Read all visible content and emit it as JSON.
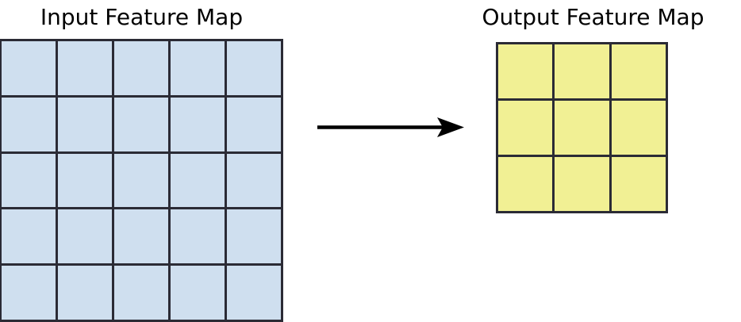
{
  "diagram": {
    "title_left": "Input Feature Map",
    "title_right": "Output Feature Map",
    "arrow_icon": "right-arrow-icon",
    "background_color": "#ffffff"
  },
  "input_feature_map": {
    "label": "Input Feature Map",
    "rows": 5,
    "cols": 5,
    "cell_fill": "#cfdfef",
    "border_color": "#2b2b35",
    "cells": [
      [
        "",
        "",
        "",
        "",
        ""
      ],
      [
        "",
        "",
        "",
        "",
        ""
      ],
      [
        "",
        "",
        "",
        "",
        ""
      ],
      [
        "",
        "",
        "",
        "",
        ""
      ],
      [
        "",
        "",
        "",
        "",
        ""
      ]
    ]
  },
  "output_feature_map": {
    "label": "Output Feature Map",
    "rows": 3,
    "cols": 3,
    "cell_fill": "#f1f094",
    "border_color": "#2b2b35",
    "cells": [
      [
        "",
        "",
        ""
      ],
      [
        "",
        "",
        ""
      ],
      [
        "",
        "",
        ""
      ]
    ]
  }
}
